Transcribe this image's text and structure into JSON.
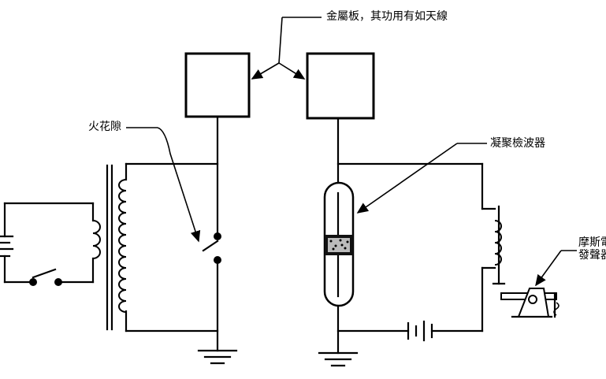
{
  "labels": {
    "metal_plate": "金屬板，其功用有如天線",
    "spark_gap": "火花隙",
    "coherer": "凝聚檢波器",
    "morse_line1": "摩斯電",
    "morse_line2": "發聲器"
  }
}
